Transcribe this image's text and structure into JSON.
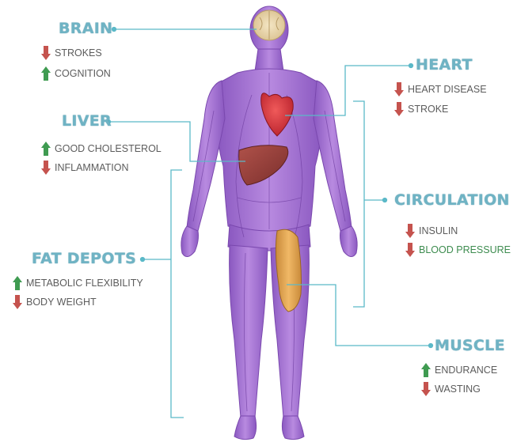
{
  "colors": {
    "title": "#6fb3c4",
    "connector": "#5bb9c8",
    "arrow_up": "#3f9b51",
    "arrow_down": "#c5534e",
    "body": "#9c6ad0",
    "text": "#5c5c5c",
    "text_highlight": "#3d8c4f"
  },
  "organs": {
    "brain": {
      "title": "BRAIN",
      "items": [
        {
          "direction": "down",
          "label": "STROKES"
        },
        {
          "direction": "up",
          "label": "COGNITION"
        }
      ]
    },
    "liver": {
      "title": "LIVER",
      "items": [
        {
          "direction": "up",
          "label": "GOOD CHOLESTEROL"
        },
        {
          "direction": "down",
          "label": "INFLAMMATION"
        }
      ]
    },
    "fat_depots": {
      "title": "FAT DEPOTS",
      "items": [
        {
          "direction": "up",
          "label": "METABOLIC FLEXIBILITY"
        },
        {
          "direction": "down",
          "label": "BODY WEIGHT"
        }
      ]
    },
    "heart": {
      "title": "HEART",
      "items": [
        {
          "direction": "down",
          "label": "HEART DISEASE"
        },
        {
          "direction": "down",
          "label": "STROKE"
        }
      ]
    },
    "circulation": {
      "title": "CIRCULATION",
      "items": [
        {
          "direction": "down",
          "label": "INSULIN"
        },
        {
          "direction": "down",
          "label": "BLOOD PRESSURE"
        }
      ]
    },
    "muscle": {
      "title": "MUSCLE",
      "items": [
        {
          "direction": "up",
          "label": "ENDURANCE"
        },
        {
          "direction": "down",
          "label": "WASTING"
        }
      ]
    }
  }
}
